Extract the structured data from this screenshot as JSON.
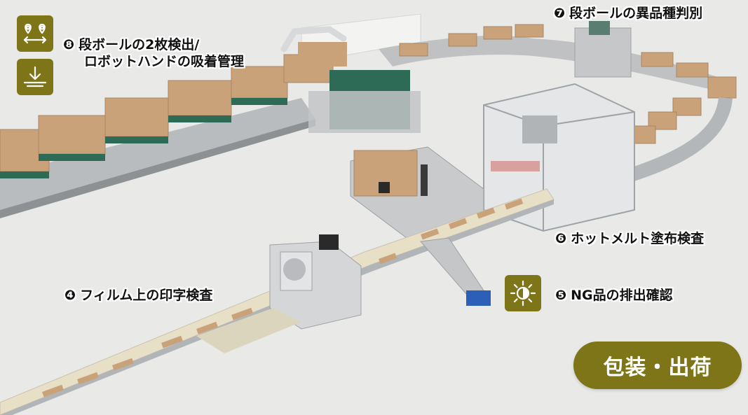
{
  "labels": {
    "l8": {
      "num": "❽",
      "line1": "段ボールの2枚検出/",
      "line2": "ロボットハンドの吸着管理"
    },
    "l7": {
      "num": "❼",
      "text": "段ボールの異品種判別"
    },
    "l6": {
      "num": "❻",
      "text": "ホットメルト塗布検査"
    },
    "l5": {
      "num": "❺",
      "text": "NG品の排出確認"
    },
    "l4": {
      "num": "❹",
      "text": "フィルム上の印字検査"
    }
  },
  "icons": {
    "top": "location-distance-icon",
    "second": "download-tray-icon",
    "mid": "brightness-contrast-icon"
  },
  "badge": {
    "text": "包装・出荷"
  },
  "colors": {
    "accent": "#7e7518",
    "background": "#e9e9e7",
    "box": "#c9a27a",
    "pallet": "#2e6b57"
  }
}
